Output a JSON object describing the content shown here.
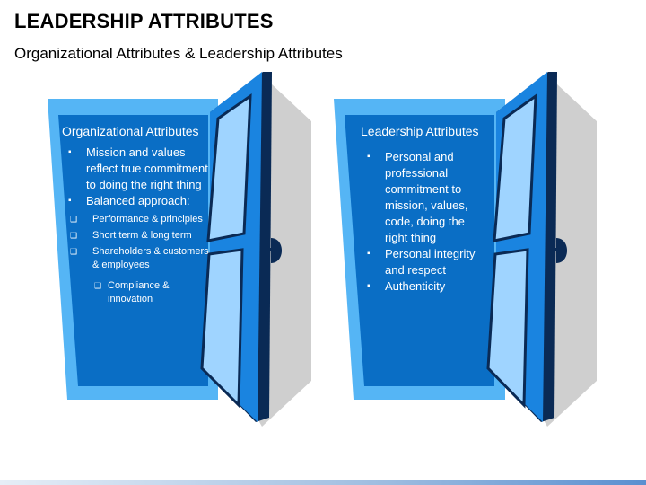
{
  "header": {
    "title": "LEADERSHIP ATTRIBUTES",
    "subtitle": "Organizational Attributes & Leadership Attributes"
  },
  "colors": {
    "panel_blue": "#0a6ec5",
    "frame_light": "#55b5f5",
    "door_dark": "#0a2a55",
    "door_glass": "#9fd4ff",
    "shadow": "#cfcfcf"
  },
  "icons": [
    "door-icon",
    "door-handle-icon",
    "bullet-square-icon",
    "checkbox-icon"
  ],
  "left_panel": {
    "heading": "Organizational Attributes",
    "bullets": [
      {
        "text": "Mission and values reflect true commitment to doing the right thing"
      },
      {
        "text": "Balanced approach:"
      }
    ],
    "sub_items": [
      "Performance & principles",
      "Short term & long term",
      "Shareholders & customers & employees"
    ],
    "extra_item": "Compliance & innovation"
  },
  "right_panel": {
    "heading": "Leadership Attributes",
    "bullets": [
      {
        "text": "Personal and professional commitment to mission, values, code, doing the right thing"
      },
      {
        "text": "Personal integrity and respect"
      },
      {
        "text": "Authenticity"
      }
    ]
  }
}
